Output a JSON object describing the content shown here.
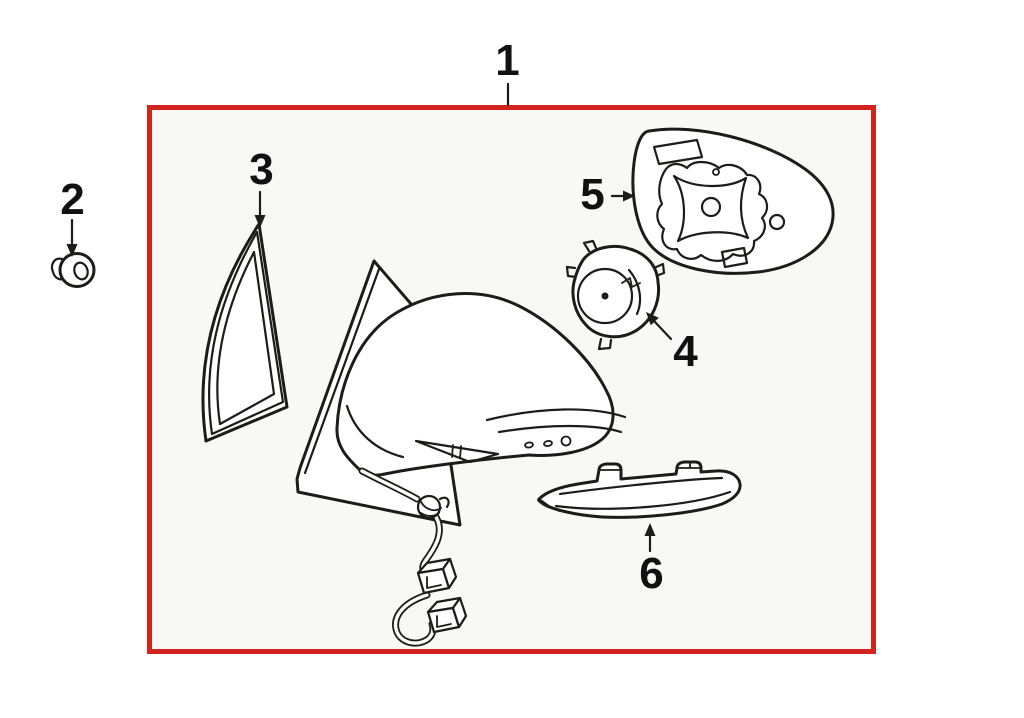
{
  "diagram": {
    "kind": "exploded-parts-diagram",
    "callouts": [
      {
        "number": "1"
      },
      {
        "number": "2"
      },
      {
        "number": "3"
      },
      {
        "number": "4"
      },
      {
        "number": "5"
      },
      {
        "number": "6"
      }
    ],
    "colors": {
      "highlight_box": "#d2231f",
      "line_art": "#1c1c1a",
      "panel_background": "#f8f8f7",
      "page_background": "#ffffff",
      "label_text": "#111111"
    }
  }
}
